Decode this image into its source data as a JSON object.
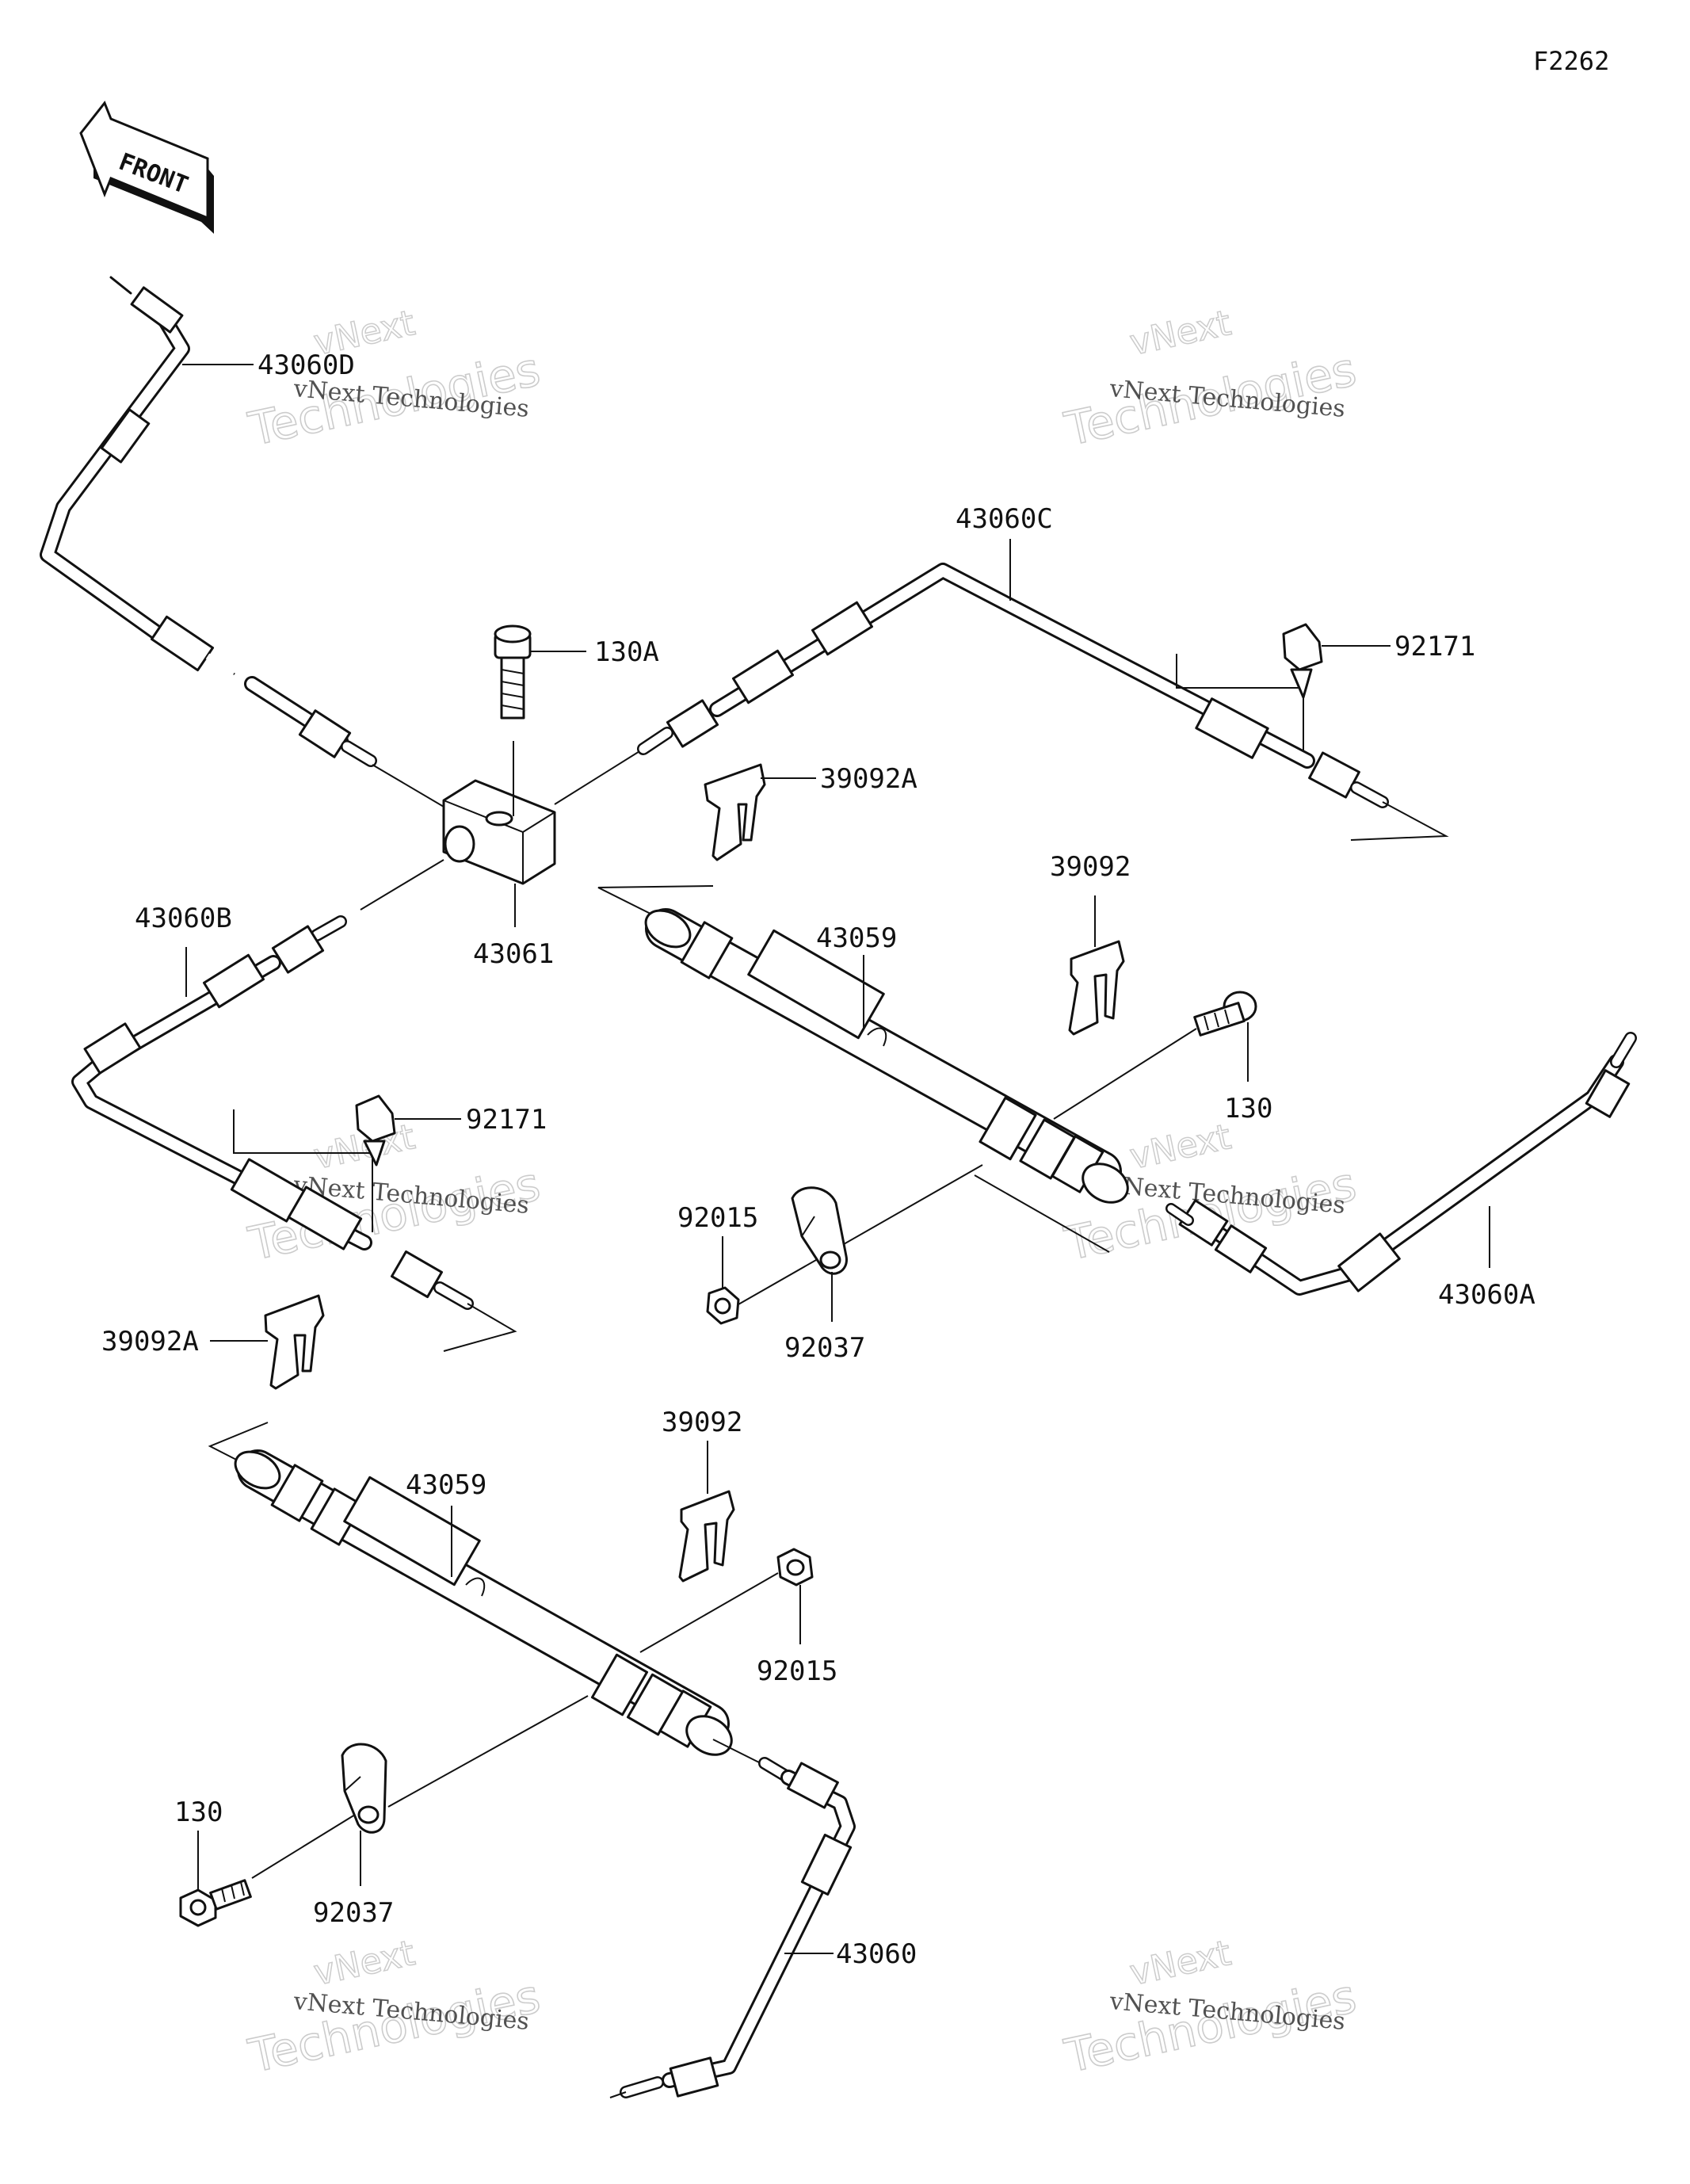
{
  "figure_code": "F2262",
  "front_label": "FRONT",
  "watermark": {
    "line1": "vNext Technologies",
    "line2a": "vNext",
    "line2b": "Technologies"
  },
  "callouts": {
    "p43060D": "43060D",
    "p43060C": "43060C",
    "p43060B": "43060B",
    "p43060A": "43060A",
    "p43060": "43060",
    "p130A": "130A",
    "p130_upper": "130",
    "p130_lower": "130",
    "p92171_upper": "92171",
    "p92171_left": "92171",
    "p39092A_upper": "39092A",
    "p39092A_left": "39092A",
    "p39092_upper": "39092",
    "p39092_lower": "39092",
    "p43061": "43061",
    "p43059_upper": "43059",
    "p43059_lower": "43059",
    "p92015_upper": "92015",
    "p92015_lower": "92015",
    "p92037_upper": "92037",
    "p92037_lower": "92037"
  }
}
